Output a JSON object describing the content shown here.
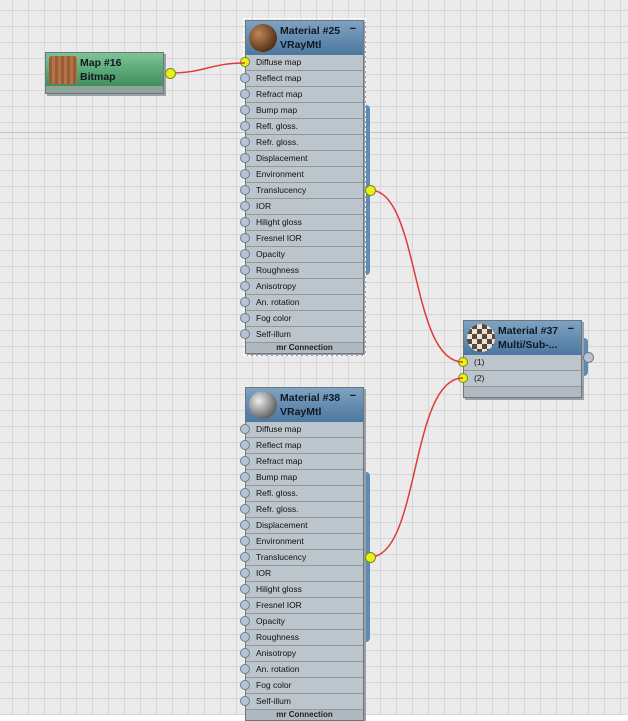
{
  "vray_slots": [
    "Diffuse map",
    "Reflect map",
    "Refract map",
    "Bump map",
    "Refl. gloss.",
    "Refr. gloss.",
    "Displacement",
    "Environment",
    "Translucency",
    "IOR",
    "Hilight gloss",
    "Fresnel IOR",
    "Opacity",
    "Roughness",
    "Anisotropy",
    "An. rotation",
    "Fog color",
    "Self-illum"
  ],
  "nodes": {
    "map16": {
      "name": "Map #16",
      "type": "Bitmap"
    },
    "mat25": {
      "name": "Material #25",
      "type": "VRayMtl",
      "footer": "mr Connection"
    },
    "mat38": {
      "name": "Material #38",
      "type": "VRayMtl",
      "footer": "mr Connection"
    },
    "mat37": {
      "name": "Material #37",
      "type": "Multi/Sub-...",
      "slots": [
        "(1)",
        "(2)"
      ]
    }
  },
  "minimize_glyph": "−",
  "colors": {
    "wire": "#e03a3a",
    "socket_connected": "#e6f21a",
    "map_node": "#4e9e6c"
  }
}
